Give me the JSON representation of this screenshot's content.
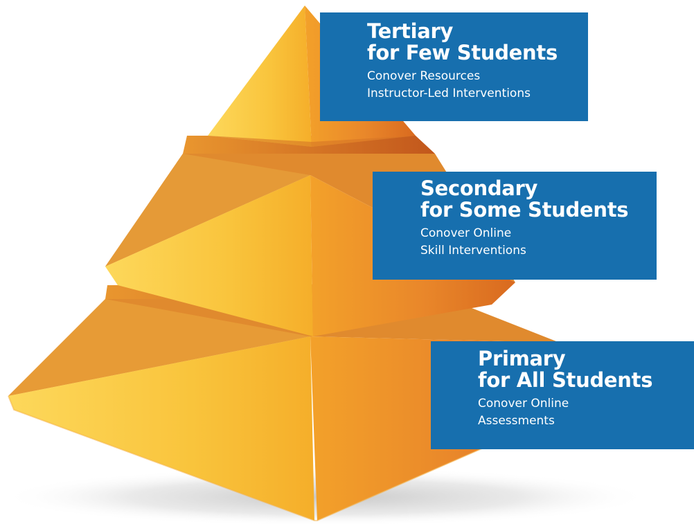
{
  "diagram": {
    "type": "pyramid",
    "colors": {
      "pyramid_light": "#fcd75a",
      "pyramid_mid": "#f6a82a",
      "pyramid_dark": "#d86a1c",
      "label_box": "#176fae",
      "label_text": "#ffffff"
    },
    "tiers": [
      {
        "id": "tertiary",
        "title_line1": "Tertiary",
        "title_line2": "for Few Students",
        "desc_line1": "Conover Resources",
        "desc_line2": "Instructor-Led Interventions"
      },
      {
        "id": "secondary",
        "title_line1": "Secondary",
        "title_line2": "for Some Students",
        "desc_line1": "Conover Online",
        "desc_line2": "Skill Interventions"
      },
      {
        "id": "primary",
        "title_line1": "Primary",
        "title_line2": "for All Students",
        "desc_line1": "Conover Online",
        "desc_line2": "Assessments"
      }
    ]
  }
}
